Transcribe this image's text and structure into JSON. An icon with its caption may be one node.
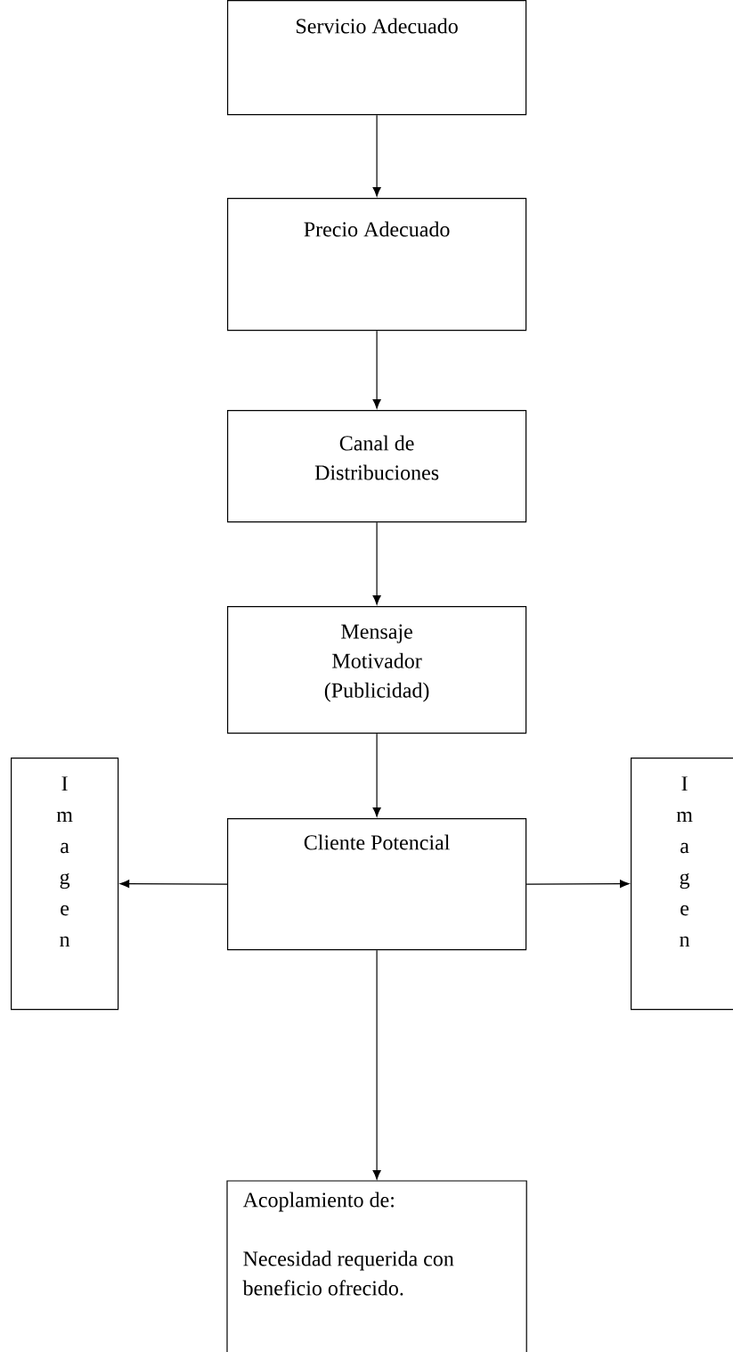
{
  "diagram": {
    "nodes": [
      {
        "text": [
          "Servicio Adecuado"
        ]
      },
      {
        "text": [
          "Precio Adecuado"
        ]
      },
      {
        "text": [
          "Canal de Distribuciones"
        ]
      },
      {
        "text": [
          "Mensaje Motivador (Publicidad)"
        ]
      },
      {
        "text": [
          "Cliente Potencial"
        ]
      },
      {
        "text": [
          "Imagen"
        ]
      },
      {
        "text": [
          "Imagen"
        ]
      },
      {
        "text": [
          "Acoplamiento de:",
          "Necesidad requerida con beneficio ofrecido."
        ]
      }
    ],
    "edges": [
      {
        "from": 0,
        "to": 1,
        "arrow": "to"
      },
      {
        "from": 1,
        "to": 2,
        "arrow": "to"
      },
      {
        "from": 2,
        "to": 3,
        "arrow": "to"
      },
      {
        "from": 3,
        "to": 4,
        "arrow": "to"
      },
      {
        "from": 4,
        "to": 5,
        "arrow": "to"
      },
      {
        "from": 4,
        "to": 6,
        "arrow": "to"
      },
      {
        "from": 4,
        "to": 7,
        "arrow": "to"
      }
    ]
  }
}
